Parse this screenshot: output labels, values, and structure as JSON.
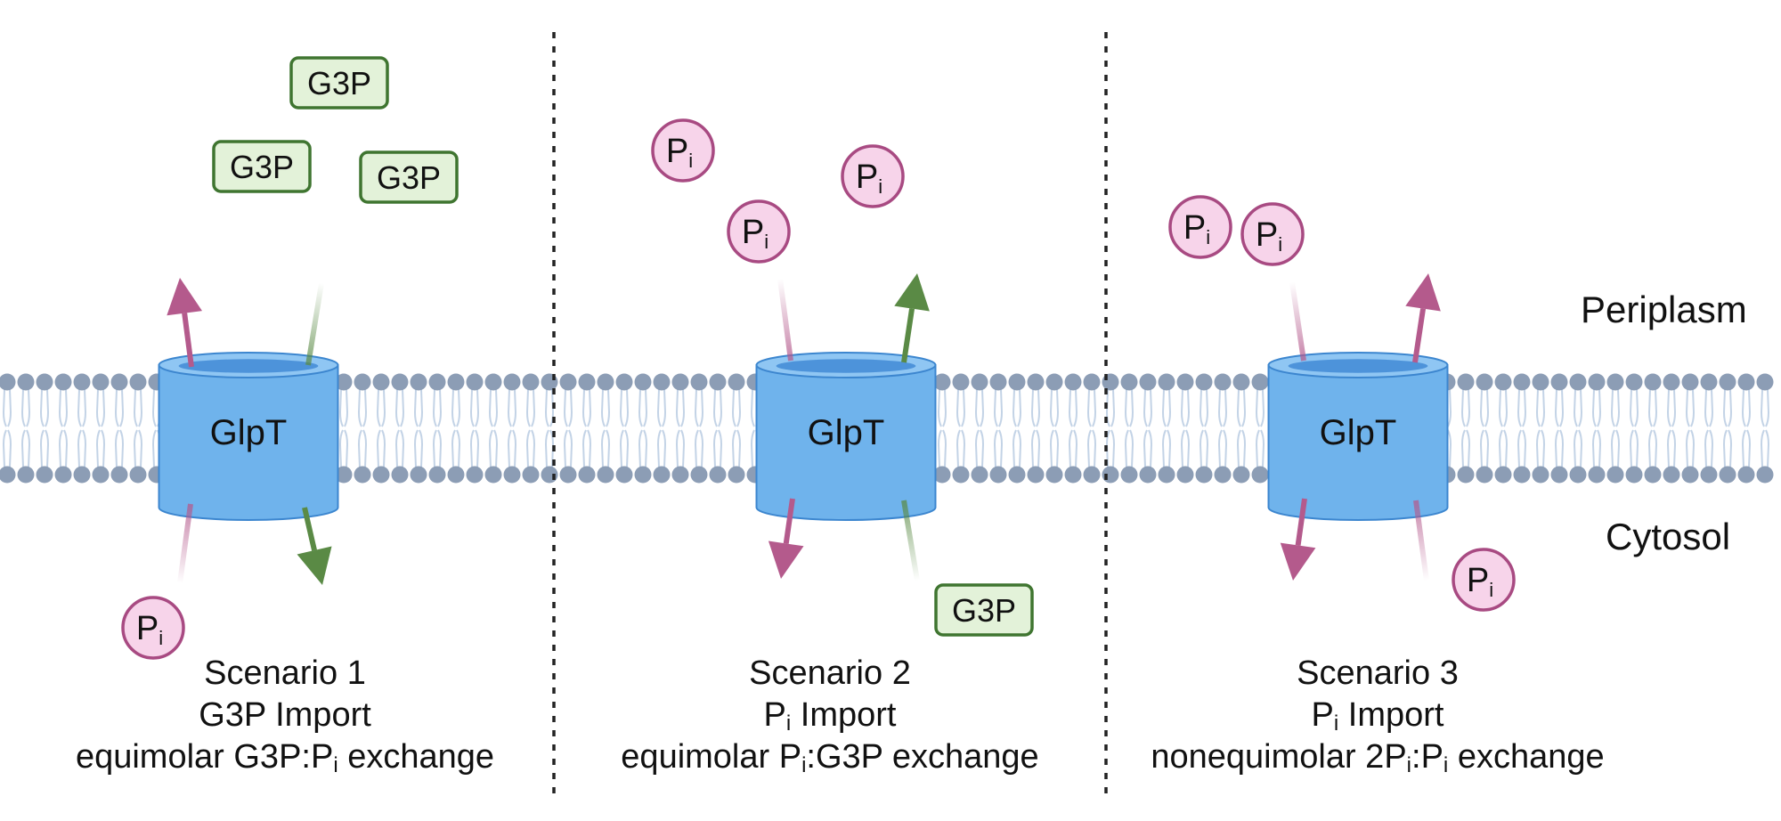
{
  "regions": {
    "periplasm": "Periplasm",
    "cytosol": "Cytosol"
  },
  "transporter_label": "GlpT",
  "molecules": {
    "g3p": "G3P",
    "pi_base": "P",
    "pi_sub": "i"
  },
  "scenarios": [
    {
      "title": "Scenario 1",
      "import_line": {
        "pre": "",
        "sub": "",
        "post": "G3P Import"
      },
      "exchange_line": {
        "pre": "equimolar G3P:P",
        "sub": "i",
        "post": " exchange"
      }
    },
    {
      "title": "Scenario 2",
      "import_line": {
        "pre": "P",
        "sub": "i",
        "post": " Import"
      },
      "exchange_line": {
        "pre": "equimolar P",
        "sub": "i",
        "post": ":G3P exchange"
      }
    },
    {
      "title": "Scenario 3",
      "import_line": {
        "pre": "P",
        "sub": "i",
        "post": " Import"
      },
      "exchange_line": {
        "pre": "nonequimolar 2P",
        "sub": "i",
        "post": ":P",
        "sub2": "i",
        "post2": " exchange"
      }
    }
  ],
  "colors": {
    "pi_fill": "#f7d4ea",
    "pi_stroke": "#a84a82",
    "pi_arrow": "#b45a8c",
    "g3p_fill": "#e3f2d9",
    "g3p_stroke": "#3f7530",
    "g3p_arrow": "#5a8a45",
    "transporter_body": "#6fb3ec",
    "transporter_edge": "#3c86cf",
    "lipid_head": "#8c9db5",
    "lipid_tail": "#c3d3e6"
  }
}
